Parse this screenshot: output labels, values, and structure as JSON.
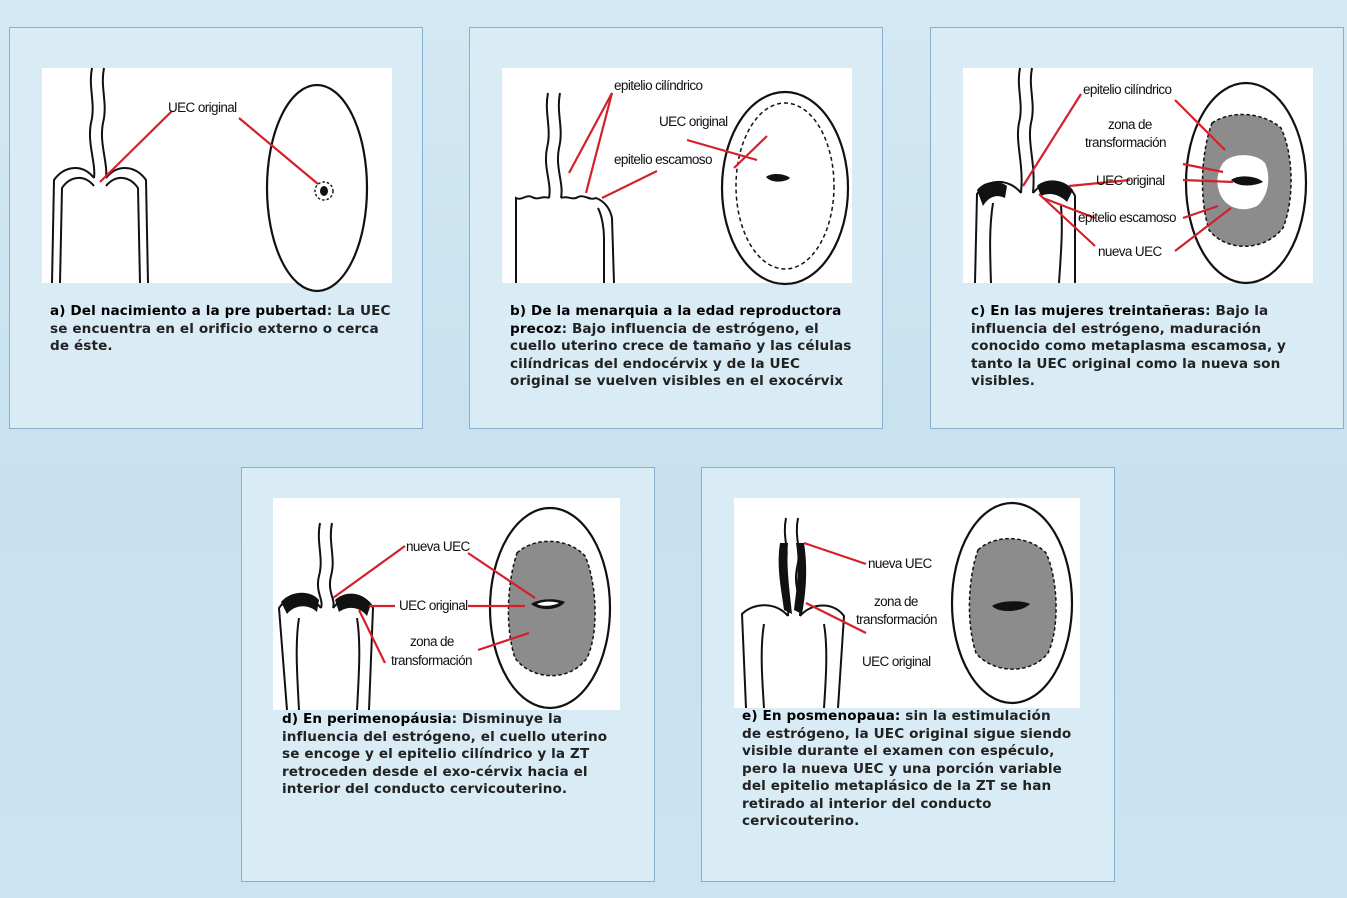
{
  "colors": {
    "page_bg": "#cbe4f1",
    "panel_bg": "#d9ecf6",
    "panel_border": "#8aaecb",
    "pointer_line": "#d4202a",
    "tz_fill": "#8c8c8c"
  },
  "panels": [
    {
      "id": "a",
      "labels": {
        "uec_original": "UEC original"
      },
      "caption": {
        "lead": "a) Del nacimiento a la pre pubertad",
        "body": ": La  UEC se encuentra en el orificio externo o cerca de éste."
      }
    },
    {
      "id": "b",
      "labels": {
        "epitelio_cilindrico": "epitelio cilíndrico",
        "uec_original": "UEC original",
        "epitelio_escamoso": "epitelio escamoso"
      },
      "caption": {
        "lead": "b) De la menarquia a la edad reproductora precoz",
        "body": ": Bajo influencia de  estrógeno, el cuello uterino crece de tamaño y las células cilíndricas del endocérvix y de la UEC original se vuelven visibles en el exocérvix"
      }
    },
    {
      "id": "c",
      "labels": {
        "epitelio_cilindrico": "epitelio cilíndrico",
        "zona_1": "zona de",
        "zona_2": "transformación",
        "uec_original": "UEC original",
        "epitelio_escamoso": "epitelio escamoso",
        "nueva_uec": "nueva UEC"
      },
      "caption": {
        "lead": "c) En las mujeres treintañeras",
        "body": ": Bajo la influencia del estrógeno, maduración conocido como metaplasma escamosa, y tanto la UEC original como la nueva son visibles."
      }
    },
    {
      "id": "d",
      "labels": {
        "nueva_uec": "nueva UEC",
        "uec_original": "UEC original",
        "zona_1": "zona de",
        "zona_2": "transformación"
      },
      "caption": {
        "lead": "d) En perimenopáusia",
        "body": ": Disminuye la influencia del estrógeno, el cuello uterino se encoge y el epitelio cilíndrico y la ZT retroceden desde el exo-cérvix hacia el interior del conducto cervicouterino."
      }
    },
    {
      "id": "e",
      "labels": {
        "nueva_uec": "nueva UEC",
        "zona_1": "zona de",
        "zona_2": "transformación",
        "uec_original": "UEC original"
      },
      "caption": {
        "lead": "e) En posmenopaua:",
        "body": " sin la estimulación de estrógeno, la UEC original sigue siendo visible durante el examen con espéculo, pero la nueva UEC y una porción variable del epitelio metaplásico de la ZT se han retirado al interior del conducto cervicouterino."
      }
    }
  ]
}
